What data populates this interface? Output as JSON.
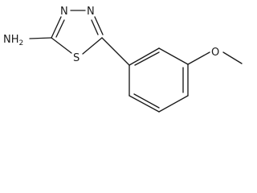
{
  "diagram": {
    "type": "structural-formula",
    "atoms": {
      "amine": "NH2",
      "n3": "N",
      "n4": "N",
      "s1": "S",
      "oxygen": "O"
    },
    "colors": {
      "bond": "#1a1a1a",
      "label": "#1a1a1a",
      "background": "#ffffff"
    }
  }
}
